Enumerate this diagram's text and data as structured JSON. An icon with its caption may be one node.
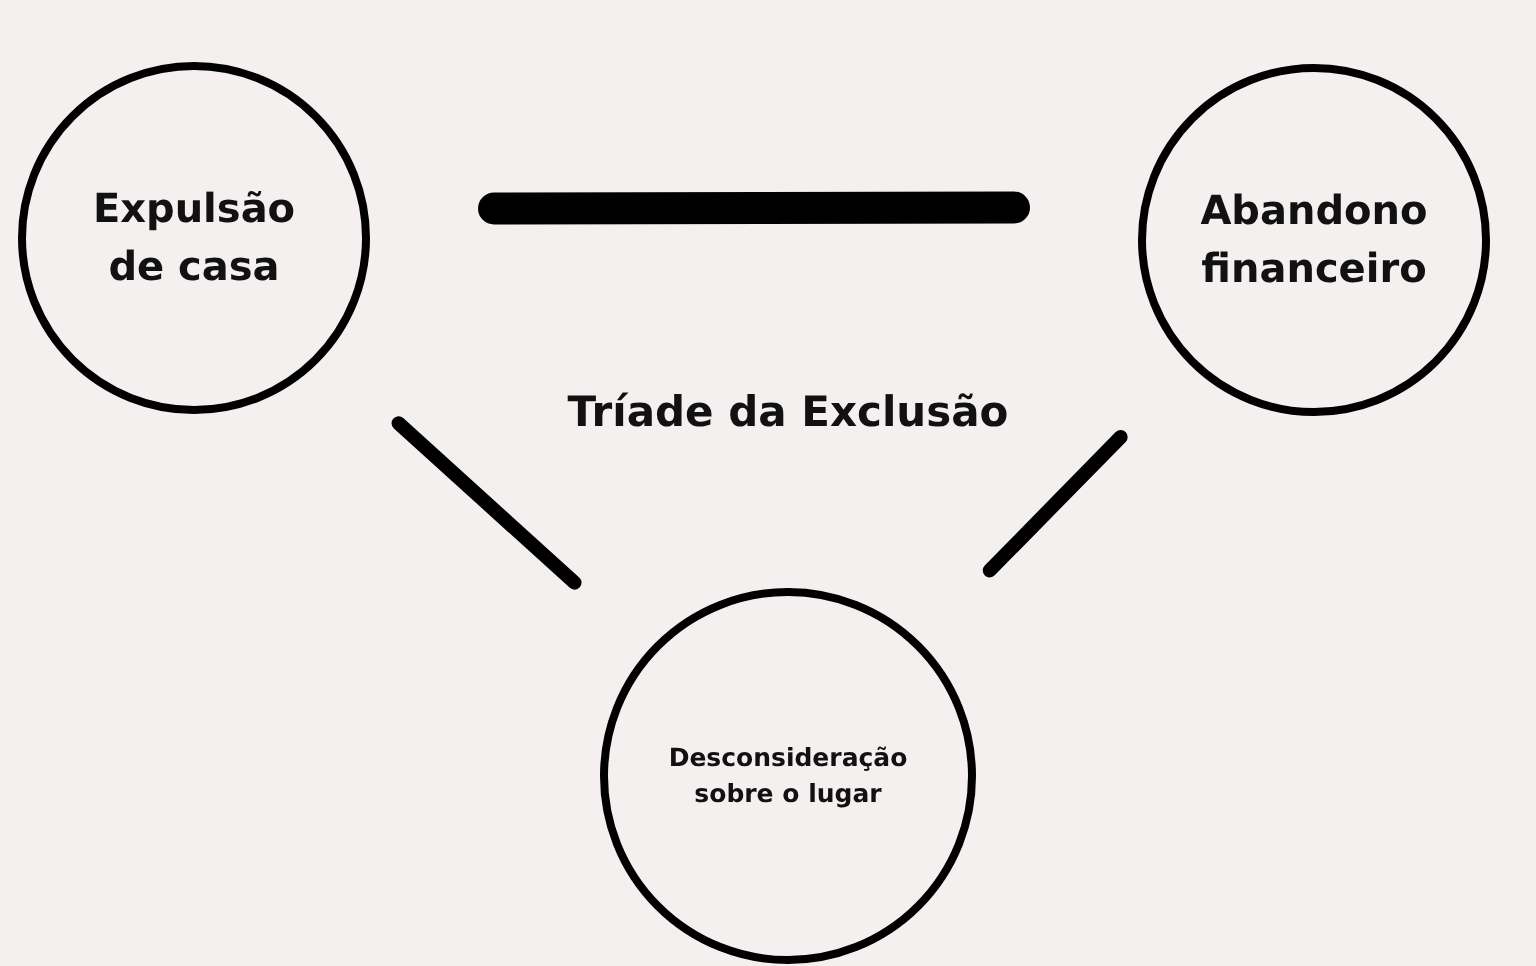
{
  "diagram": {
    "title": "Tríade da Exclusão",
    "nodes": [
      {
        "text": [
          "Expulsão de casa"
        ]
      },
      {
        "text": [
          "Abandono financeiro"
        ]
      },
      {
        "text": [
          "Desconsideração sobre o lugar"
        ]
      }
    ],
    "edges": [
      {
        "from": 0,
        "to": 1,
        "arrow": "none",
        "style": "thick"
      },
      {
        "from": 0,
        "to": 2,
        "arrow": "none"
      },
      {
        "from": 1,
        "to": 2,
        "arrow": "none"
      }
    ]
  }
}
